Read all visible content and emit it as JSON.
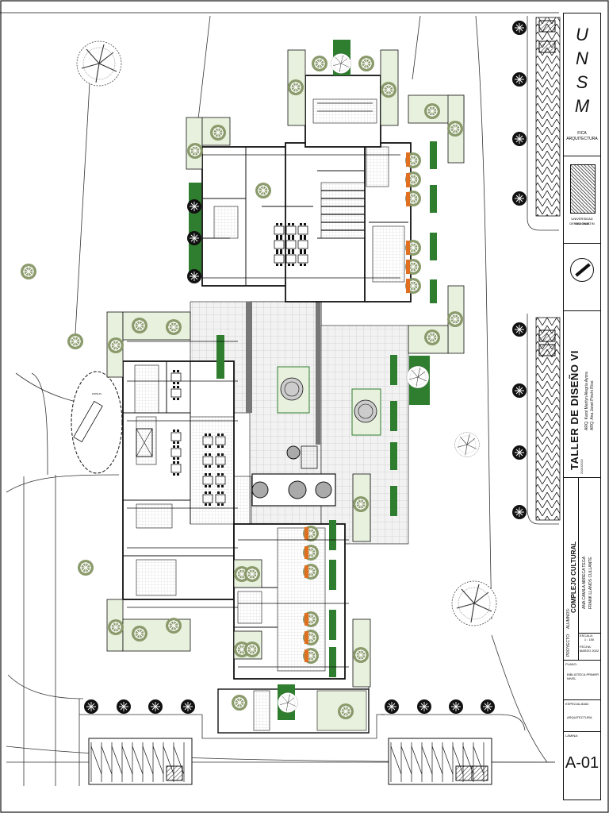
{
  "title_block": {
    "university_letters": [
      "U",
      "N",
      "S",
      "M"
    ],
    "faculty": [
      "FICA",
      "ARQUITECTURA"
    ],
    "university_name": [
      "UNIVERSIDAD NACIONAL",
      "DE SAN MARTIN"
    ],
    "course": "TALLER DE DISEÑO VI",
    "teachers": [
      "ARQ. Karol Marilyn Alegría Ayora",
      "ARQ. Ana Janet Pinchi Ríos"
    ],
    "date_short": "2021/2022",
    "project_label": "PROYECTO:",
    "project": "COMPLEJO CULTURAL",
    "students_label": "ALUMNOS:",
    "students": [
      "ANA CAMILA ABRECA TEGA",
      "FRANK LLANOS CULLANTE"
    ],
    "scale_label": "ESCALA:",
    "scale": "1 : 150",
    "date_label": "FECHA:",
    "date": "MARZO 2022",
    "plan_label": "PLANO:",
    "plan": [
      "BIBLIOTECA PRIMER",
      "NIVEL"
    ],
    "specialty_label": "ESPECIALIDAD:",
    "specialty": "ARQUITECTURA",
    "sheet_label": "LÁMINA:",
    "sheet_number": "A-01"
  },
  "colors": {
    "line": "#111111",
    "tree": "#8a9a6b",
    "tree_dark": "#111111",
    "lawn": "#e8f1dd",
    "lawn_green": "#2f7d2f",
    "paving": "#cccccc",
    "accent_orange": "#e07020"
  }
}
